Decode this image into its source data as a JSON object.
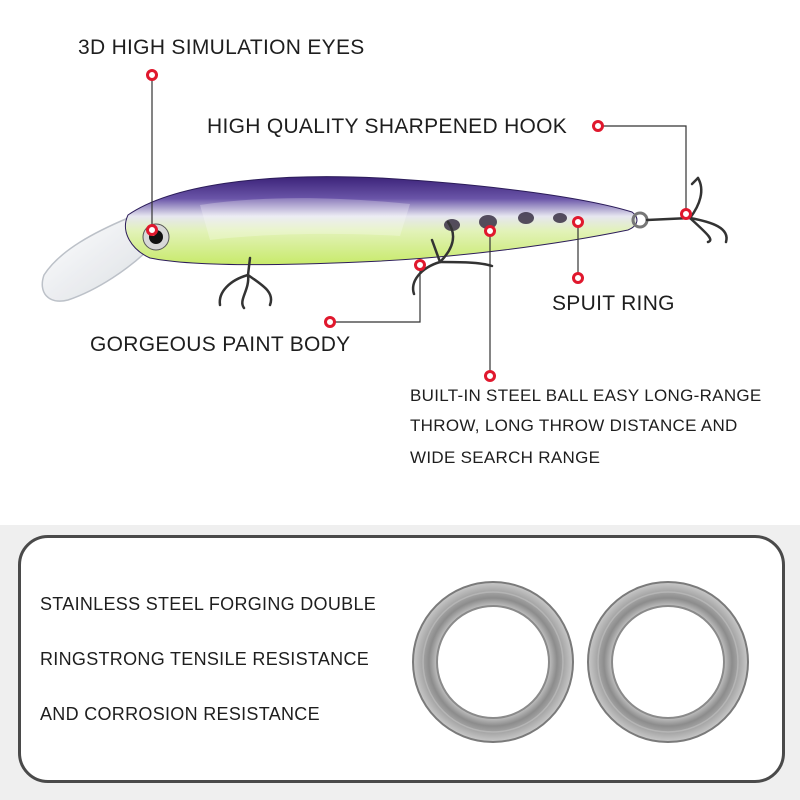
{
  "callouts": {
    "eyes": "3D HIGH SIMULATION EYES",
    "hook": "HIGH QUALITY SHARPENED HOOK",
    "ring": "SPUIT RING",
    "paint": "GORGEOUS PAINT BODY",
    "ball": [
      "BUILT-IN STEEL BALL EASY LONG-RANGE",
      "THROW, LONG THROW DISTANCE AND",
      "WIDE SEARCH RANGE"
    ]
  },
  "features": {
    "lines": [
      "STAINLESS STEEL FORGING DOUBLE",
      "RINGSTRONG TENSILE RESISTANCE",
      "AND CORROSION RESISTANCE"
    ]
  },
  "colors": {
    "marker": "#e0182d",
    "lure_back": "#4b2d8c",
    "lure_belly": "#d4ef8a",
    "panel_border": "#4a4a4a"
  }
}
